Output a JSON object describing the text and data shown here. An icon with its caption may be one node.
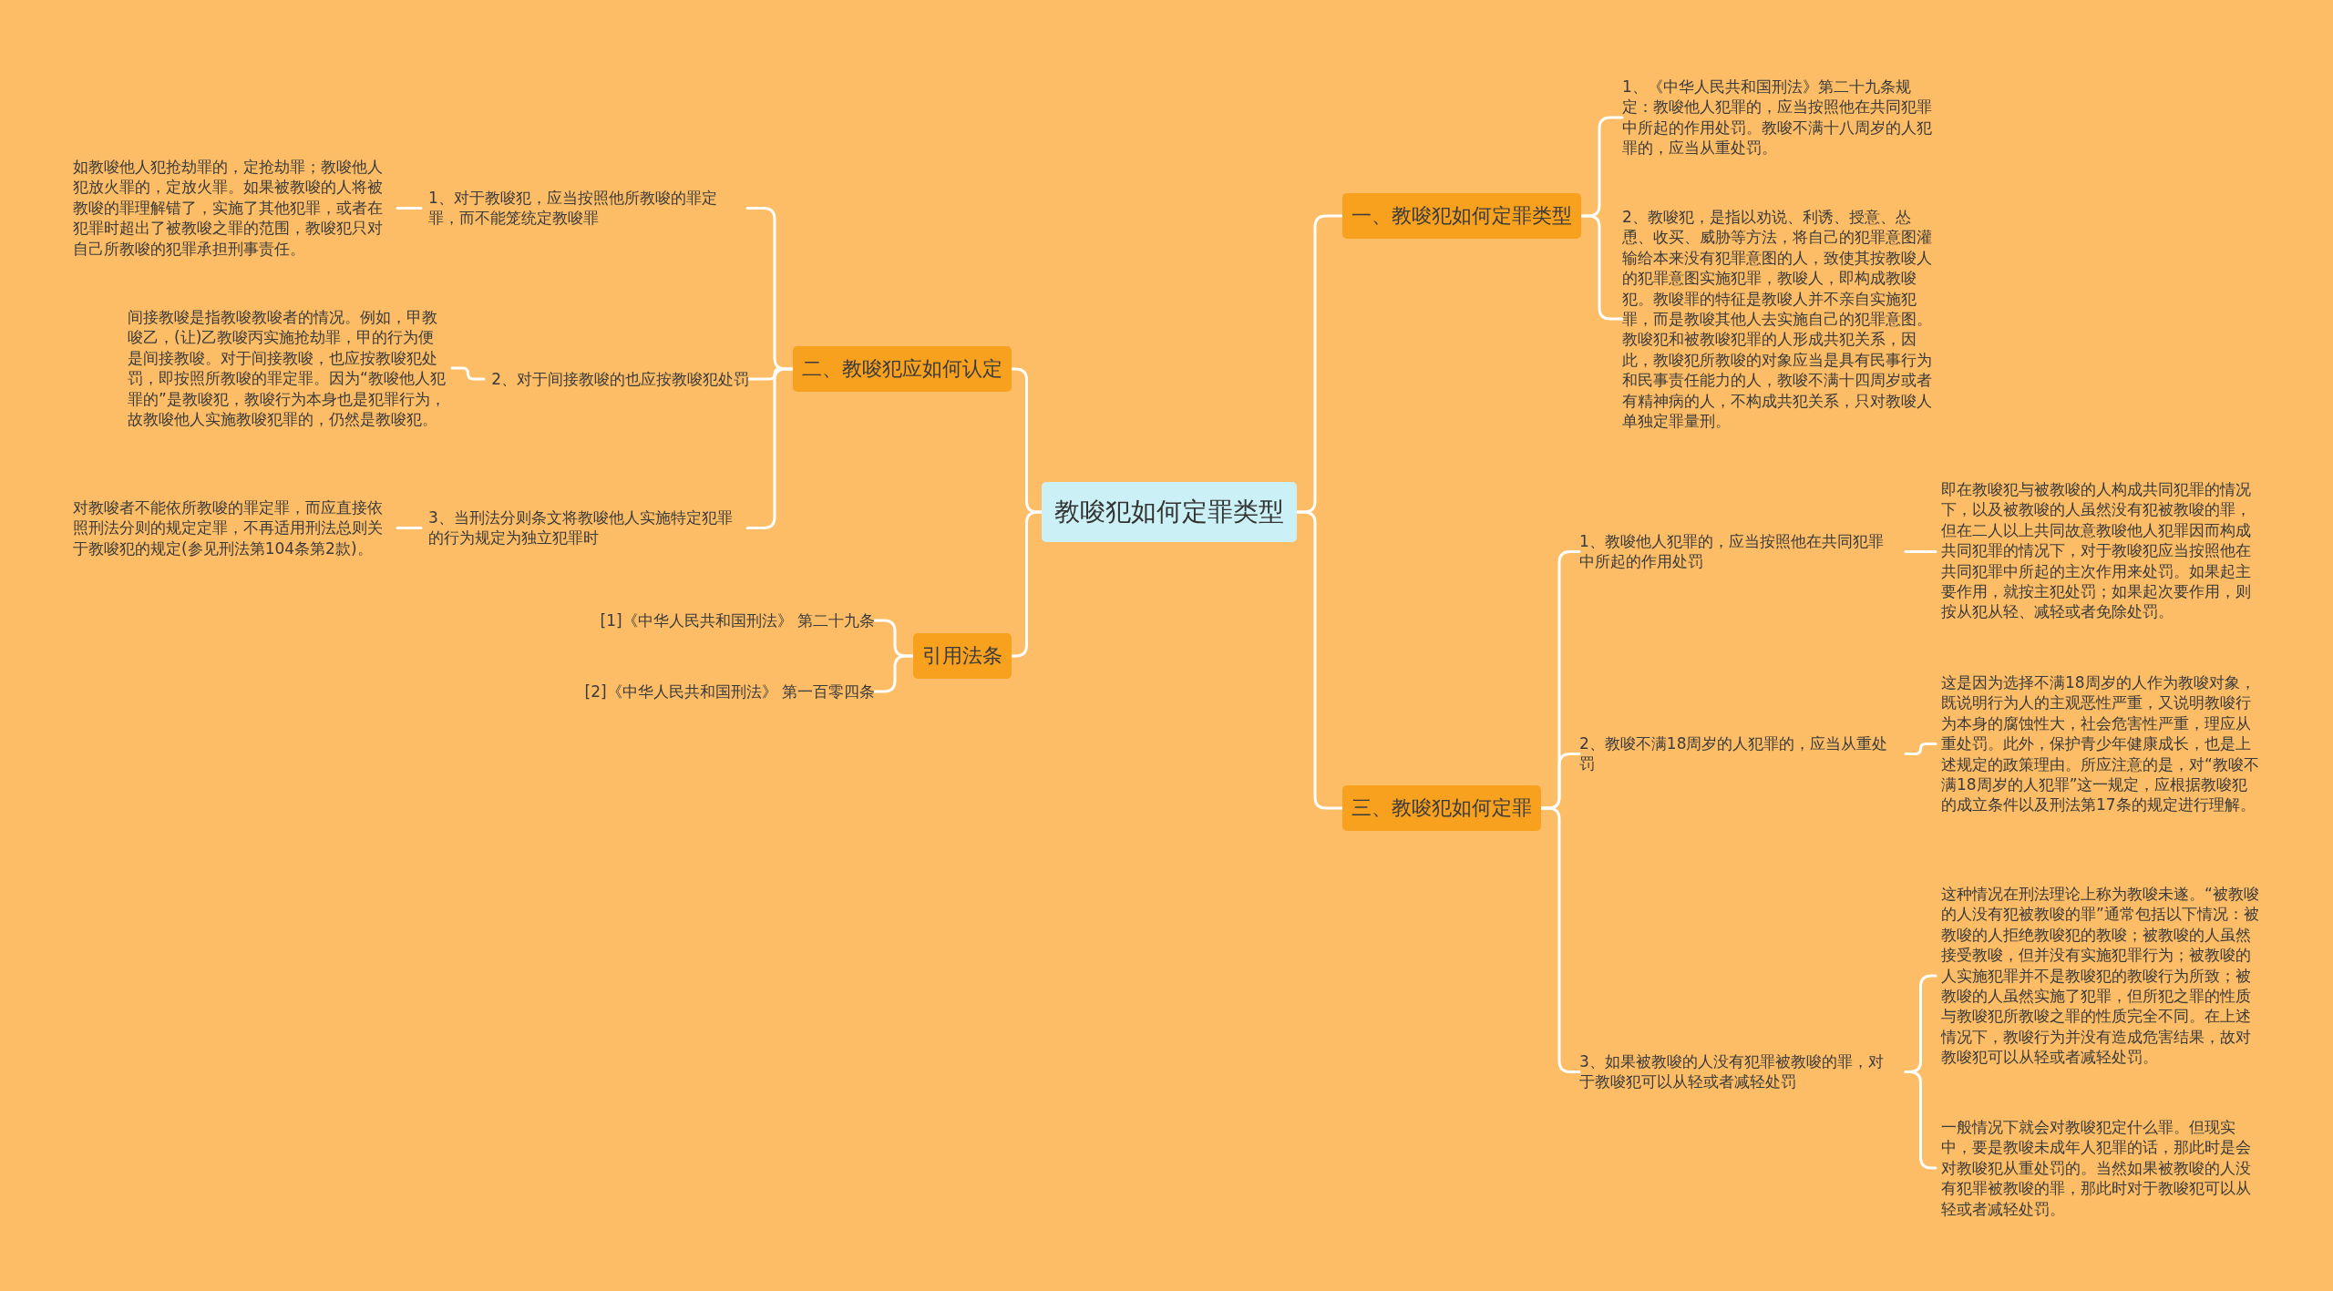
{
  "diagram": {
    "nodes": [
      {
        "text": [
          "教唆犯如何定罪类型"
        ]
      },
      {
        "text": [
          "一、教唆犯如何定罪类型"
        ]
      },
      {
        "text": [
          "1、《中华人民共和国刑法》第二十九条规定：教唆他人犯罪的，应当按照他在共同犯罪中所起的作用处罚。教唆不满十八周岁的人犯罪的，应当从重处罚。"
        ]
      },
      {
        "text": [
          "2、教唆犯，是指以劝说、利诱、授意、怂恿、收买、威胁等方法，将自己的犯罪意图灌输给本来没有犯罪意图的人，致使其按教唆人的犯罪意图实施犯罪，教唆人，即构成教唆犯。教唆罪的特征是教唆人并不亲自实施犯罪，而是教唆其他人去实施自己的犯罪意图。教唆犯和被教唆犯罪的人形成共犯关系，因此，教唆犯所教唆的对象应当是具有民事行为和民事责任能力的人，教唆不满十四周岁或者有精神病的人，不构成共犯关系，只对教唆人单独定罪量刑。"
        ]
      },
      {
        "text": [
          "二、教唆犯应如何认定"
        ]
      },
      {
        "text": [
          "1、对于教唆犯，应当按照他所教唆的罪定罪，而不能笼统定教唆罪"
        ]
      },
      {
        "text": [
          "如教唆他人犯抢劫罪的，定抢劫罪；教唆他人犯放火罪的，定放火罪。如果被教唆的人将被教唆的罪理解错了，实施了其他犯罪，或者在犯罪时超出了被教唆之罪的范围，教唆犯只对自己所教唆的犯罪承担刑事责任。"
        ]
      },
      {
        "text": [
          "2、对于间接教唆的也应按教唆犯处罚"
        ]
      },
      {
        "text": [
          "间接教唆是指教唆教唆者的情况。例如，甲教唆乙，(让)乙教唆丙实施抢劫罪，甲的行为便是间接教唆。对于间接教唆，也应按教唆犯处罚，即按照所教唆的罪定罪。因为“教唆他人犯罪的”是教唆犯，教唆行为本身也是犯罪行为，故教唆他人实施教唆犯罪的，仍然是教唆犯。"
        ]
      },
      {
        "text": [
          "3、当刑法分则条文将教唆他人实施特定犯罪的行为规定为独立犯罪时"
        ]
      },
      {
        "text": [
          "对教唆者不能依所教唆的罪定罪，而应直接依照刑法分则的规定定罪，不再适用刑法总则关于教唆犯的规定(参见刑法第104条第2款)。"
        ]
      },
      {
        "text": [
          "引用法条"
        ]
      },
      {
        "text": [
          "[1]《中华人民共和国刑法》 第二十九条"
        ]
      },
      {
        "text": [
          "[2]《中华人民共和国刑法》 第一百零四条"
        ]
      },
      {
        "text": [
          "三、教唆犯如何定罪"
        ]
      },
      {
        "text": [
          "1、教唆他人犯罪的，应当按照他在共同犯罪中所起的作用处罚"
        ]
      },
      {
        "text": [
          "即在教唆犯与被教唆的人构成共同犯罪的情况下，以及被教唆的人虽然没有犯被教唆的罪，但在二人以上共同故意教唆他人犯罪因而构成共同犯罪的情况下，对于教唆犯应当按照他在共同犯罪中所起的主次作用来处罚。如果起主要作用，就按主犯处罚；如果起次要作用，则按从犯从轻、减轻或者免除处罚。"
        ]
      },
      {
        "text": [
          "2、教唆不满18周岁的人犯罪的，应当从重处罚"
        ]
      },
      {
        "text": [
          "这是因为选择不满18周岁的人作为教唆对象，既说明行为人的主观恶性严重，又说明教唆行为本身的腐蚀性大，社会危害性严重，理应从重处罚。此外，保护青少年健康成长，也是上述规定的政策理由。所应注意的是，对“教唆不满18周岁的人犯罪”这一规定，应根据教唆犯的成立条件以及刑法第17条的规定进行理解。"
        ]
      },
      {
        "text": [
          "3、如果被教唆的人没有犯罪被教唆的罪，对于教唆犯可以从轻或者减轻处罚"
        ]
      },
      {
        "text": [
          "这种情况在刑法理论上称为教唆未遂。“被教唆的人没有犯被教唆的罪”通常包括以下情况：被教唆的人拒绝教唆犯的教唆；被教唆的人虽然接受教唆，但并没有实施犯罪行为；被教唆的人实施犯罪并不是教唆犯的教唆行为所致；被教唆的人虽然实施了犯罪，但所犯之罪的性质与教唆犯所教唆之罪的性质完全不同。在上述情况下，教唆行为并没有造成危害结果，故对教唆犯可以从轻或者减轻处罚。"
        ]
      },
      {
        "text": [
          "一般情况下就会对教唆犯定什么罪。但现实中，要是教唆未成年人犯罪的话，那此时是会对教唆犯从重处罚的。当然如果被教唆的人没有犯罪被教唆的罪，那此时对于教唆犯可以从轻或者减轻处罚。"
        ]
      }
    ],
    "edges": [
      {
        "from": 0,
        "to": 1,
        "arrow": "none"
      },
      {
        "from": 1,
        "to": 2,
        "arrow": "none"
      },
      {
        "from": 1,
        "to": 3,
        "arrow": "none"
      },
      {
        "from": 0,
        "to": 4,
        "arrow": "none"
      },
      {
        "from": 4,
        "to": 5,
        "arrow": "none"
      },
      {
        "from": 5,
        "to": 6,
        "arrow": "none"
      },
      {
        "from": 4,
        "to": 7,
        "arrow": "none"
      },
      {
        "from": 7,
        "to": 8,
        "arrow": "none"
      },
      {
        "from": 4,
        "to": 9,
        "arrow": "none"
      },
      {
        "from": 9,
        "to": 10,
        "arrow": "none"
      },
      {
        "from": 0,
        "to": 11,
        "arrow": "none"
      },
      {
        "from": 11,
        "to": 12,
        "arrow": "none"
      },
      {
        "from": 11,
        "to": 13,
        "arrow": "none"
      },
      {
        "from": 0,
        "to": 14,
        "arrow": "none"
      },
      {
        "from": 14,
        "to": 15,
        "arrow": "none"
      },
      {
        "from": 15,
        "to": 16,
        "arrow": "none"
      },
      {
        "from": 14,
        "to": 17,
        "arrow": "none"
      },
      {
        "from": 17,
        "to": 18,
        "arrow": "none"
      },
      {
        "from": 14,
        "to": 19,
        "arrow": "none"
      },
      {
        "from": 19,
        "to": 20,
        "arrow": "none"
      },
      {
        "from": 19,
        "to": 21,
        "arrow": "none"
      }
    ]
  }
}
